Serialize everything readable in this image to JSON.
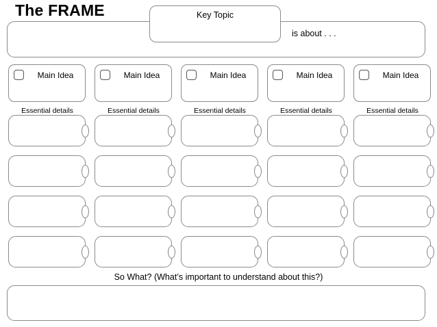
{
  "page": {
    "title": "The FRAME",
    "key_topic_label": "Key Topic",
    "is_about_label": "is about . . .",
    "so_what_label": "So What? (What’s important to understand about this?)"
  },
  "columns": [
    {
      "main_idea_label": "Main Idea",
      "essential_details_label": "Essential details"
    },
    {
      "main_idea_label": "Main Idea",
      "essential_details_label": "Essential details"
    },
    {
      "main_idea_label": "Main Idea",
      "essential_details_label": "Essential details"
    },
    {
      "main_idea_label": "Main Idea",
      "essential_details_label": "Essential details"
    },
    {
      "main_idea_label": "Main Idea",
      "essential_details_label": "Essential details"
    }
  ],
  "layout": {
    "column_x": [
      12,
      138,
      264,
      390,
      516
    ],
    "detail_row_y": [
      168,
      227,
      286,
      345
    ],
    "detail_rows": 4,
    "columns_count": 5
  },
  "colors": {
    "outline": "#8a8a8a",
    "text": "#000000",
    "background": "#ffffff",
    "checkbox_outline": "#555555"
  }
}
